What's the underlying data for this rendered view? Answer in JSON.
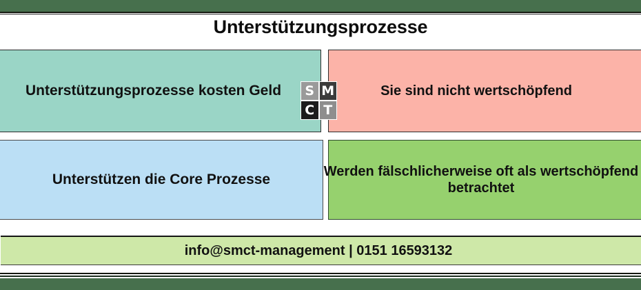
{
  "slide": {
    "title": "Unterstützungsprozesse",
    "band_color": "#47704d"
  },
  "boxes": [
    {
      "id": "support-costs",
      "text": "Unterstützungsprozesse kosten Geld",
      "color": "#9ad5c6",
      "position": "top-left"
    },
    {
      "id": "not-value-adding",
      "text": "Sie sind nicht wertschöpfend",
      "color": "#fcb3a8",
      "position": "top-right"
    },
    {
      "id": "supports-core",
      "text": "Unterstützen die Core Prozesse",
      "color": "#bbdff5",
      "position": "bottom-left"
    },
    {
      "id": "mistaken-value-adding",
      "text": "Werden fälschlicherweise oft als wertschöpfend betrachtet",
      "color": "#96d16e",
      "position": "bottom-right"
    }
  ],
  "logo": {
    "name": "smct-logo",
    "letters": [
      "S",
      "M",
      "C",
      "T"
    ]
  },
  "footer": {
    "contact": "info@smct-management | 0151 16593132",
    "color": "#cee8a8"
  }
}
